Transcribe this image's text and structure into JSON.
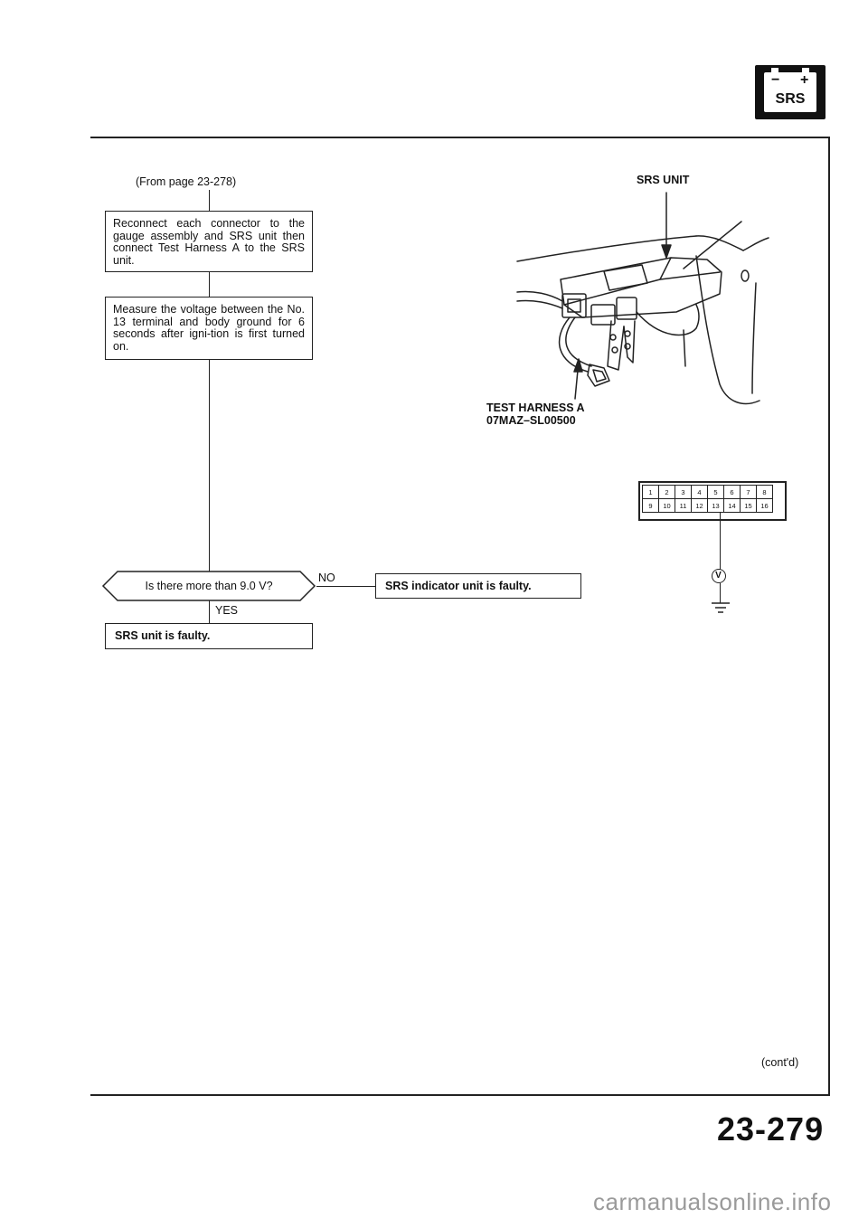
{
  "header": {
    "badge_icon": "battery-icon",
    "badge_label": "SRS",
    "minus": "−",
    "plus": "+"
  },
  "flowchart": {
    "from_page": "(From page 23-278)",
    "step1": "Reconnect each connector to the gauge assembly and SRS unit then connect Test Harness A to the SRS unit.",
    "step2": "Measure the voltage between the No. 13 terminal and body ground for 6 seconds after igni-tion is first turned on.",
    "decision": "Is there more than 9.0 V?",
    "no_label": "NO",
    "yes_label": "YES",
    "no_result": "SRS indicator unit is faulty.",
    "yes_result": "SRS unit is faulty."
  },
  "illustration": {
    "srs_unit_label": "SRS UNIT",
    "harness_label_line1": "TEST HARNESS A",
    "harness_label_line2": "07MAZ–SL00500"
  },
  "connector": {
    "row1": [
      "1",
      "2",
      "3",
      "4",
      "5",
      "6",
      "7",
      "8"
    ],
    "row2": [
      "9",
      "10",
      "11",
      "12",
      "13",
      "14",
      "15",
      "16"
    ],
    "voltmeter_symbol": "V",
    "ground_icon": "ground-icon"
  },
  "footer": {
    "contd": "(cont'd)",
    "page_number": "23-279",
    "watermark": "carmanualsonline.info"
  }
}
